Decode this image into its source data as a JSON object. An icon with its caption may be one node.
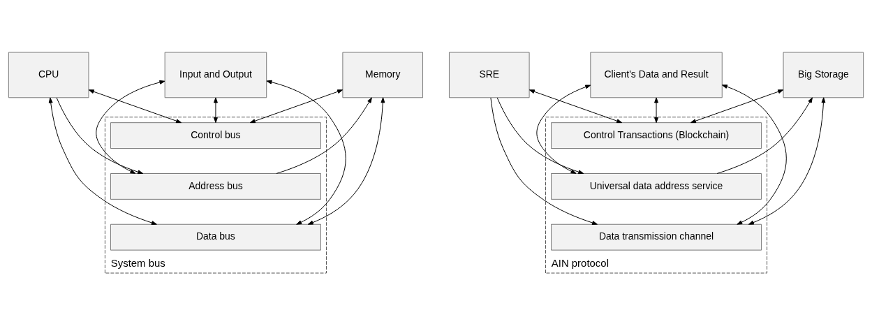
{
  "diagram": {
    "nodes": [
      {
        "text": [
          "CPU"
        ]
      },
      {
        "text": [
          "Memory"
        ]
      },
      {
        "text": [
          "Input and Output"
        ]
      },
      {
        "text": [
          "SRE"
        ]
      },
      {
        "text": [
          "Big Storage"
        ]
      },
      {
        "text": [
          "Client's Data and Result"
        ]
      },
      {
        "text": [
          "System bus"
        ]
      },
      {
        "text": [
          "Control bus"
        ],
        "in": 6
      },
      {
        "text": [
          "Address bus"
        ],
        "in": 6
      },
      {
        "text": [
          "Data bus"
        ],
        "in": 6
      },
      {
        "text": [
          "AIN protocol"
        ]
      },
      {
        "text": [
          "Control Transactions (Blockchain)"
        ],
        "in": 10
      },
      {
        "text": [
          "Universal data address service"
        ],
        "in": 10
      },
      {
        "text": [
          "Data transmission channel"
        ],
        "in": 10
      }
    ],
    "edges": [
      {
        "from": 0,
        "to": 7,
        "arrow": "both"
      },
      {
        "from": 0,
        "to": 8,
        "arrow": "to"
      },
      {
        "from": 0,
        "to": 9,
        "arrow": "both"
      },
      {
        "from": 1,
        "to": 7,
        "arrow": "both"
      },
      {
        "from": 8,
        "to": 1,
        "arrow": "to"
      },
      {
        "from": 1,
        "to": 9,
        "arrow": "both"
      },
      {
        "from": 2,
        "to": 7,
        "arrow": "both"
      },
      {
        "from": 2,
        "to": 8,
        "arrow": "both"
      },
      {
        "from": 2,
        "to": 9,
        "arrow": "both"
      },
      {
        "from": 3,
        "to": 11,
        "arrow": "both"
      },
      {
        "from": 3,
        "to": 12,
        "arrow": "to"
      },
      {
        "from": 3,
        "to": 13,
        "arrow": "to"
      },
      {
        "from": 4,
        "to": 11,
        "arrow": "both"
      },
      {
        "from": 12,
        "to": 4,
        "arrow": "to"
      },
      {
        "from": 4,
        "to": 13,
        "arrow": "both"
      },
      {
        "from": 5,
        "to": 11,
        "arrow": "both"
      },
      {
        "from": 5,
        "to": 12,
        "arrow": "both"
      },
      {
        "from": 5,
        "to": 13,
        "arrow": "both"
      }
    ]
  }
}
